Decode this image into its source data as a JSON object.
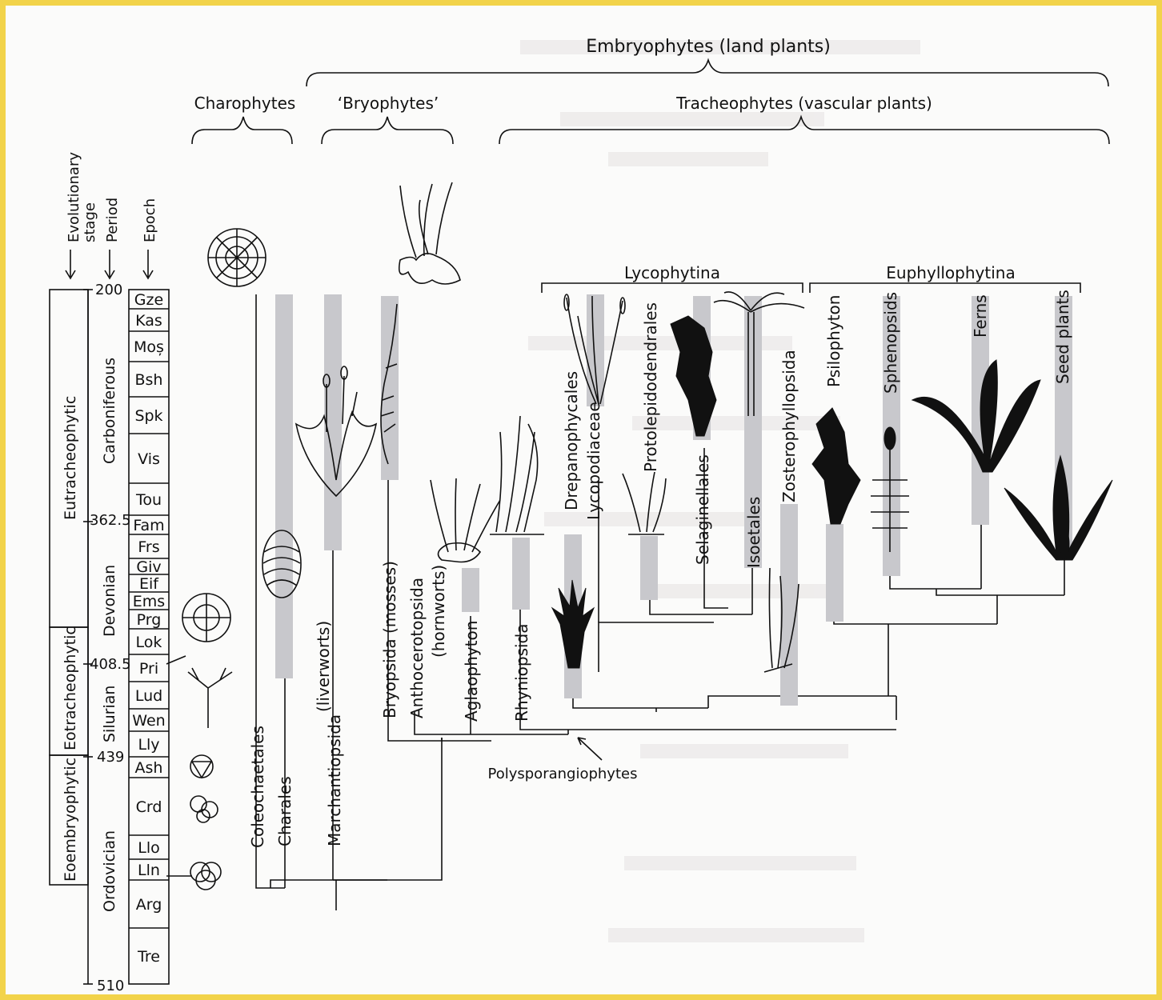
{
  "headers": {
    "embryophytes": "Embryophytes (land plants)",
    "charophytes": "Charophytes",
    "bryophytes": "‘Bryophytes’",
    "tracheophytes": "Tracheophytes (vascular plants)",
    "lycophytina": "Lycophytina",
    "euphyllophytina": "Euphyllophytina",
    "polysporangiophytes": "Polysporangiophytes"
  },
  "column_headers": {
    "evolutionary_stage": "Evolutionary stage",
    "period": "Period",
    "epoch": "Epoch"
  },
  "ages": [
    "200",
    "362.5",
    "408.5",
    "439",
    "510"
  ],
  "stages": [
    "Eutracheophytic",
    "Eotracheophytic",
    "Eoembryophytic"
  ],
  "periods": [
    "Carboniferous",
    "Devonian",
    "Silurian",
    "Ordovician"
  ],
  "epochs": [
    "Gze",
    "Kas",
    "Moș",
    "Bsh",
    "Spk",
    "Vis",
    "Tou",
    "Fam",
    "Frs",
    "Giv",
    "Eif",
    "Ems",
    "Prg",
    "Lok",
    "Pri",
    "Lud",
    "Wen",
    "Lly",
    "Ash",
    "Crd",
    "Llo",
    "Lln",
    "Arg",
    "Tre"
  ],
  "taxa": {
    "coleochaetales": "Coleochaetales",
    "charales": "Charales",
    "marchantiopsida": "Marchantiopsida",
    "liverworts": "(liverworts)",
    "bryopsida": "Bryopsida (mosses)",
    "anthocerotopsida": "Anthocerotopsida",
    "hornworts": "(hornworts)",
    "aglaophyton": "Aglaophyton",
    "rhyniopsida": "Rhyniopsida",
    "drepanophycales": "Drepanophycales",
    "lycopodiaceae": "Lycopodiaceae",
    "protolepidodendrales": "Protolepidodendrales",
    "selaginellales": "Selaginellales",
    "isoetales": "Isoetales",
    "zosterophyllopsida": "Zosterophyllopsida",
    "psilophyton": "Psilophyton",
    "sphenopsids": "Sphenopsids",
    "ferns": "Ferns",
    "seed_plants": "Seed plants"
  }
}
